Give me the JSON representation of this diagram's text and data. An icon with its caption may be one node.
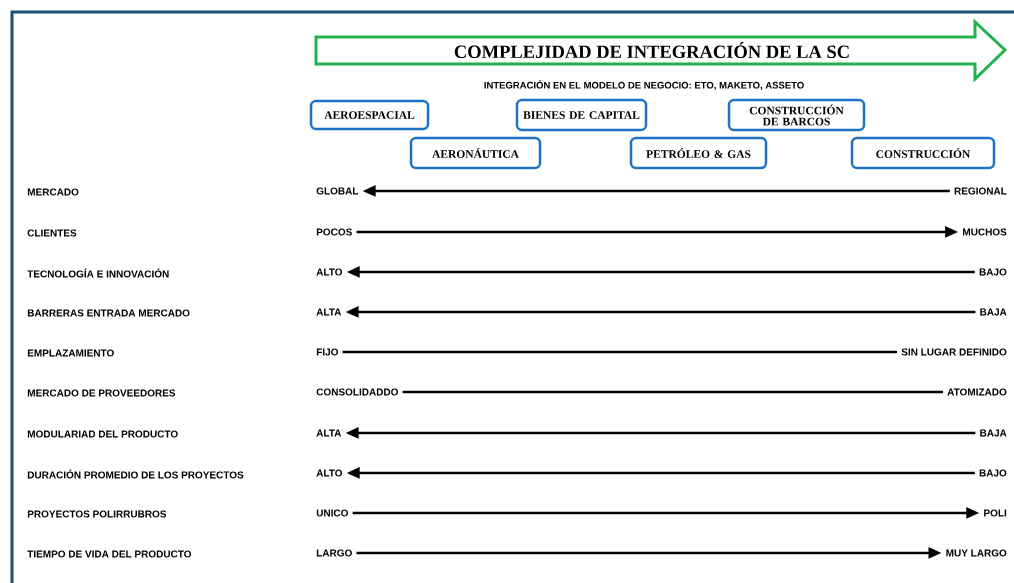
{
  "diagram": {
    "nodes": [
      {
        "text": [
          "COMPLEJIDAD DE INTEGRACIÓN DE LA SC"
        ]
      },
      {
        "text": [
          "AEROESPACIAL"
        ]
      },
      {
        "text": [
          "BIENES DE CAPITAL"
        ]
      },
      {
        "text": [
          "CONSTRUCCIÓN DE BARCOS"
        ]
      },
      {
        "text": [
          "AERONÁUTICA"
        ]
      },
      {
        "text": [
          "PETRÓLEO & GAS"
        ]
      },
      {
        "text": [
          "CONSTRUCCIÓN"
        ]
      },
      {
        "text": [
          "GLOBAL"
        ]
      },
      {
        "text": [
          "REGIONAL"
        ]
      },
      {
        "text": [
          "POCOS"
        ]
      },
      {
        "text": [
          "MUCHOS"
        ]
      },
      {
        "text": [
          "ALTO"
        ]
      },
      {
        "text": [
          "BAJO"
        ]
      },
      {
        "text": [
          "ALTA"
        ]
      },
      {
        "text": [
          "BAJA"
        ]
      },
      {
        "text": [
          "FIJO"
        ]
      },
      {
        "text": [
          "SIN LUGAR DEFINIDO"
        ]
      },
      {
        "text": [
          "CONSOLIDADDO"
        ]
      },
      {
        "text": [
          "ATOMIZADO"
        ]
      },
      {
        "text": [
          "ALTA"
        ]
      },
      {
        "text": [
          "BAJA"
        ]
      },
      {
        "text": [
          "ALTO"
        ]
      },
      {
        "text": [
          "BAJO"
        ]
      },
      {
        "text": [
          "UNICO"
        ]
      },
      {
        "text": [
          "POLI"
        ]
      },
      {
        "text": [
          "LARGO"
        ]
      },
      {
        "text": [
          "MUY LARGO"
        ]
      }
    ],
    "edges": [
      {
        "from": 8,
        "to": 7,
        "arrow": "to"
      },
      {
        "from": 9,
        "to": 10,
        "arrow": "to"
      },
      {
        "from": 12,
        "to": 11,
        "arrow": "to"
      },
      {
        "from": 14,
        "to": 13,
        "arrow": "to"
      },
      {
        "from": 15,
        "to": 16,
        "arrow": "none"
      },
      {
        "from": 17,
        "to": 18,
        "arrow": "none"
      },
      {
        "from": 20,
        "to": 19,
        "arrow": "to"
      },
      {
        "from": 22,
        "to": 21,
        "arrow": "to"
      },
      {
        "from": 23,
        "to": 24,
        "arrow": "to"
      },
      {
        "from": 25,
        "to": 26,
        "arrow": "to"
      }
    ],
    "labels": [
      "INTEGRACIÓN EN EL MODELO DE NEGOCIO: ETO,  MAKETO,  ASSETO",
      "MERCADO",
      "CLIENTES",
      "TECNOLOGÍA E INNOVACIÓN",
      "BARRERAS ENTRADA MERCADO",
      "EMPLAZAMIENTO",
      "MERCADO DE PROVEEDORES",
      "MODULARIAD DEL PRODUCTO",
      "DURACIÓN PROMEDIO DE LOS PROYECTOS",
      "PROYECTOS POLIRRUBROS",
      "TIEMPO DE VIDA DEL PRODUCTO"
    ]
  }
}
